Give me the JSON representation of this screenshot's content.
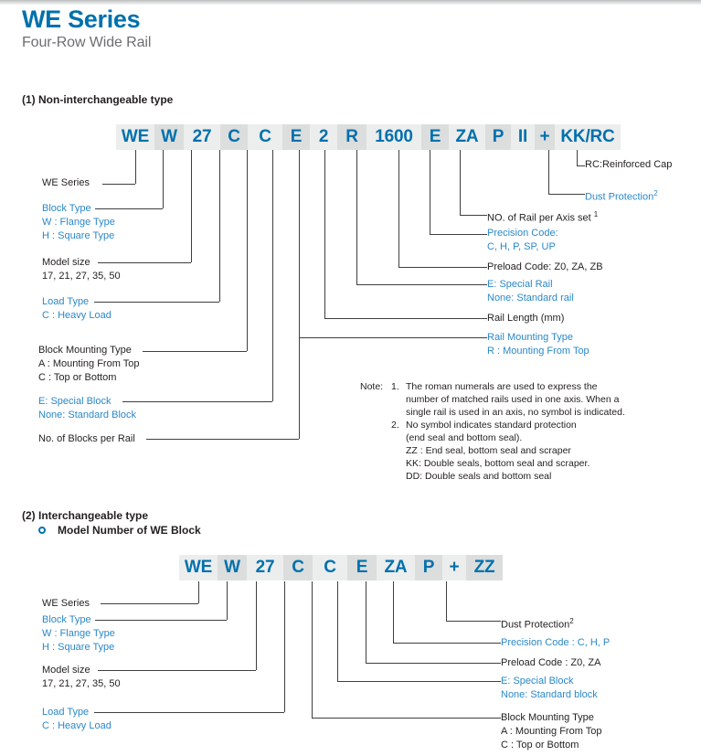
{
  "header": {
    "title": "WE Series",
    "subtitle": "Four-Row Wide Rail"
  },
  "section1": {
    "heading": "(1) Non-interchangeable type",
    "code_cells": [
      "WE",
      "W",
      "27",
      "C",
      "C",
      "E",
      "2",
      "R",
      "1600",
      "E",
      "ZA",
      "P",
      "II",
      "+",
      "KK/RC"
    ],
    "left_labels": [
      {
        "lines": [
          {
            "text": "WE Series",
            "color": "black"
          }
        ]
      },
      {
        "lines": [
          {
            "text": "Block  Type",
            "color": "blue"
          },
          {
            "text": "W : Flange Type",
            "color": "blue"
          },
          {
            "text": "H : Square Type",
            "color": "blue"
          }
        ]
      },
      {
        "lines": [
          {
            "text": "Model size",
            "color": "black"
          },
          {
            "text": "17, 21, 27, 35, 50",
            "color": "black"
          }
        ]
      },
      {
        "lines": [
          {
            "text": "Load Type",
            "color": "blue"
          },
          {
            "text": "C : Heavy Load",
            "color": "blue"
          }
        ]
      },
      {
        "lines": [
          {
            "text": "Block Mounting Type",
            "color": "black"
          },
          {
            "text": "A : Mounting From Top",
            "color": "black"
          },
          {
            "text": "C : Top or Bottom",
            "color": "black"
          }
        ]
      },
      {
        "lines": [
          {
            "text": "E: Special Block",
            "color": "blue"
          },
          {
            "text": "None: Standard Block",
            "color": "blue"
          }
        ]
      },
      {
        "lines": [
          {
            "text": "No. of Blocks per Rail",
            "color": "black"
          }
        ]
      }
    ],
    "right_labels": [
      {
        "lines": [
          {
            "text": "RC:Reinforced Cap",
            "color": "black"
          }
        ]
      },
      {
        "lines": [
          {
            "text": "Dust Protection",
            "color": "blue",
            "sup": "2"
          }
        ]
      },
      {
        "lines": [
          {
            "text": "NO. of Rail per Axis set ",
            "color": "black",
            "sup": "1"
          }
        ]
      },
      {
        "lines": [
          {
            "text": "Precision Code:",
            "color": "blue"
          },
          {
            "text": "C, H, P, SP, UP",
            "color": "blue"
          }
        ]
      },
      {
        "lines": [
          {
            "text": "Preload Code: Z0, ZA, ZB",
            "color": "black"
          }
        ]
      },
      {
        "lines": [
          {
            "text": "E: Special Rail",
            "color": "blue"
          },
          {
            "text": "None: Standard rail",
            "color": "blue"
          }
        ]
      },
      {
        "lines": [
          {
            "text": "Rail Length (mm)",
            "color": "black"
          }
        ]
      },
      {
        "lines": [
          {
            "text": "Rail Mounting Type",
            "color": "blue"
          },
          {
            "text": "R : Mounting From Top",
            "color": "blue"
          }
        ]
      }
    ],
    "note": {
      "label": "Note:",
      "items": [
        {
          "num": "1.",
          "lines": [
            "The roman numerals are used to express the",
            "number of matched rails used in one axis. When a",
            "single rail is used in an axis, no symbol is indicated."
          ]
        },
        {
          "num": "2.",
          "lines": [
            "No symbol indicates standard protection",
            "(end seal and bottom seal).",
            "ZZ : End seal, bottom seal and scraper",
            "KK: Double seals, bottom seal and scraper.",
            "DD: Double seals and bottom seal"
          ]
        }
      ]
    }
  },
  "section2": {
    "heading": "(2) Interchangeable type",
    "sub_heading": "Model Number of WE Block",
    "bullet_icon": "ring-bullet-icon",
    "code_cells": [
      "WE",
      "W",
      "27",
      "C",
      "C",
      "E",
      "ZA",
      "P",
      "+",
      "ZZ"
    ],
    "left_labels": [
      {
        "lines": [
          {
            "text": "WE Series",
            "color": "black"
          }
        ]
      },
      {
        "lines": [
          {
            "text": "Block Type",
            "color": "blue"
          },
          {
            "text": "W : Flange Type",
            "color": "blue"
          },
          {
            "text": "H : Square Type",
            "color": "blue"
          }
        ]
      },
      {
        "lines": [
          {
            "text": "Model size",
            "color": "black"
          },
          {
            "text": "17, 21, 27, 35, 50",
            "color": "black"
          }
        ]
      },
      {
        "lines": [
          {
            "text": "Load Type",
            "color": "blue"
          },
          {
            "text": "C : Heavy Load",
            "color": "blue"
          }
        ]
      }
    ],
    "right_labels": [
      {
        "lines": [
          {
            "text": "Dust Protection",
            "color": "black",
            "sup": "2"
          }
        ]
      },
      {
        "lines": [
          {
            "text": "Precision Code : C, H, P",
            "color": "blue"
          }
        ]
      },
      {
        "lines": [
          {
            "text": "Preload Code : Z0, ZA",
            "color": "black"
          }
        ]
      },
      {
        "lines": [
          {
            "text": "E: Special Block",
            "color": "blue"
          },
          {
            "text": "None: Standard block",
            "color": "blue"
          }
        ]
      },
      {
        "lines": [
          {
            "text": "Block Mounting Type",
            "color": "black"
          },
          {
            "text": "A : Mounting From Top",
            "color": "black"
          },
          {
            "text": "C : Top or Bottom",
            "color": "black"
          }
        ]
      }
    ]
  },
  "colors": {
    "brand_blue": "#0071ad",
    "label_blue": "#2b88c8",
    "text_black": "#231f20",
    "cell_shade_a": "#eceded",
    "cell_shade_b": "#dcdddd",
    "line": "#3f3f42"
  }
}
